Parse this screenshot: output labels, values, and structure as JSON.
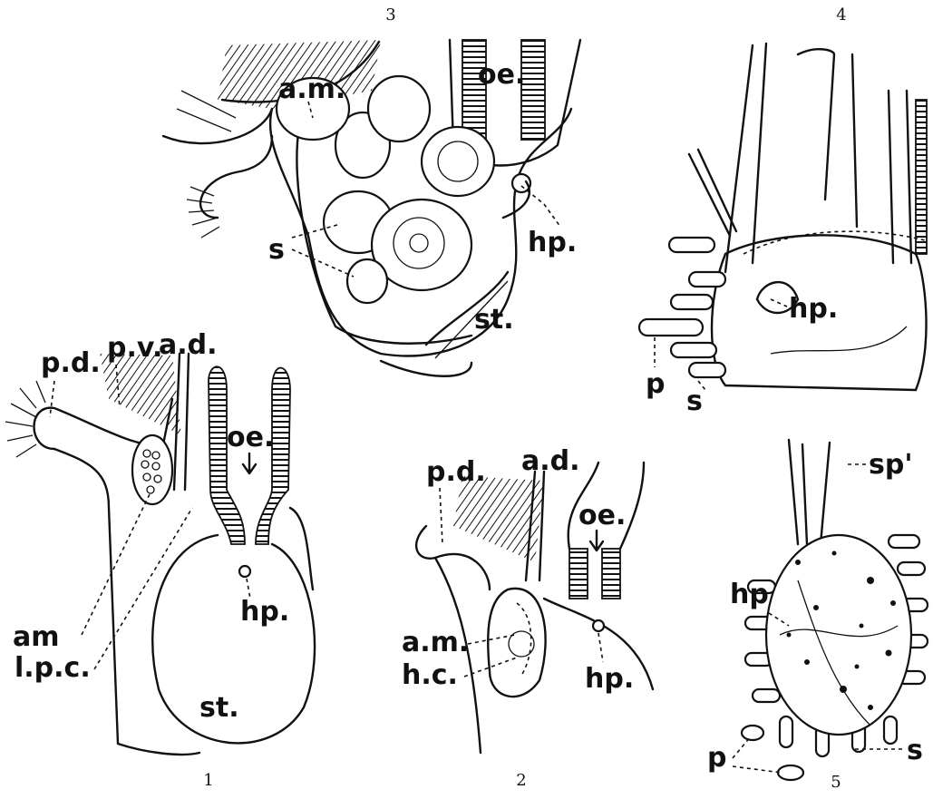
{
  "figures": [
    {
      "number": "1",
      "labels": [
        "p.d.",
        "p.v.",
        "a.d.",
        "oe.",
        "am",
        "l.p.c.",
        "hp.",
        "st."
      ]
    },
    {
      "number": "2",
      "labels": [
        "p.d.",
        "a.d.",
        "oe.",
        "a.m.",
        "h.c.",
        "hp."
      ]
    },
    {
      "number": "3",
      "labels": [
        "a.m.",
        "oe.",
        "s",
        "hp.",
        "st."
      ]
    },
    {
      "number": "4",
      "labels": [
        "hp.",
        "p",
        "s"
      ]
    },
    {
      "number": "5",
      "labels": [
        "sp'",
        "hp",
        "p",
        "s"
      ]
    }
  ]
}
